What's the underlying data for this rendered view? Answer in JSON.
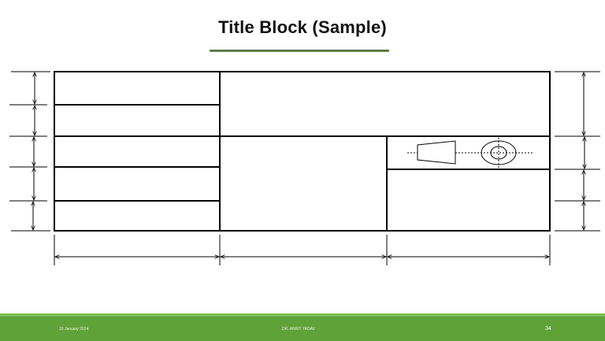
{
  "slide": {
    "title": "Title Block (Sample)"
  },
  "footer": {
    "date": "10 January 2024",
    "author": "DR. ANKIT YADAV",
    "page_number": "34"
  },
  "colors": {
    "footer_band": "#5fa238",
    "footer_highlight": "#7bbf50",
    "title_underline": "#4e6b3a",
    "line": "#000000"
  },
  "icons": [
    "projection-symbol-frustum",
    "projection-symbol-circles"
  ]
}
